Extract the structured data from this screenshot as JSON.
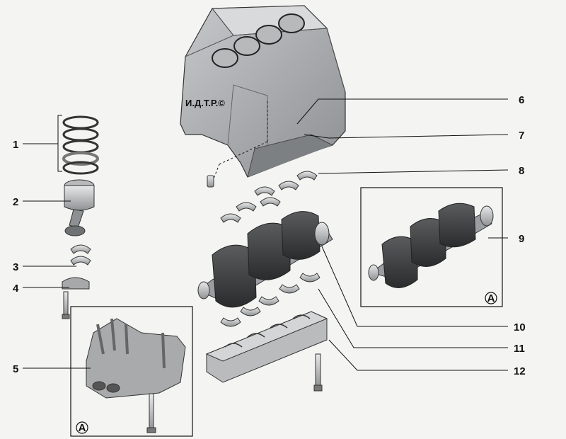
{
  "watermark": "И.Д.Т.Р.©",
  "callouts": [
    "1",
    "2",
    "3",
    "4",
    "5",
    "6",
    "7",
    "8",
    "9",
    "10",
    "11",
    "12"
  ],
  "detail_marker": "A"
}
